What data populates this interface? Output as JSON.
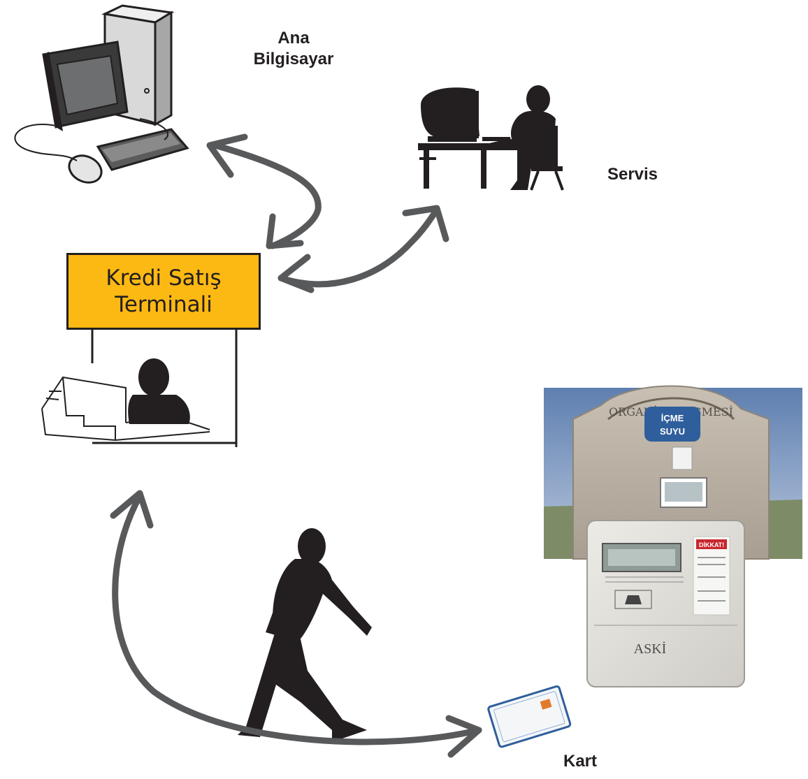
{
  "nodes": {
    "main_computer": {
      "line1": "Ana",
      "line2": "Bilgisayar"
    },
    "service": {
      "label": "Servis"
    },
    "terminal": {
      "line1": "Kredi Satış",
      "line2": "Terminali"
    },
    "card": {
      "label": "Kart"
    }
  },
  "photo": {
    "building_sign_arc": "ORGANİZE ÇEŞMESİ",
    "building_sign_line1": "İÇME",
    "building_sign_line2": "SUYU",
    "meter_brand": "ASKİ",
    "meter_warning": "DİKKAT!"
  },
  "colors": {
    "arrow": "#58595b",
    "sign_fill": "#fdb913",
    "ink": "#231f20"
  }
}
